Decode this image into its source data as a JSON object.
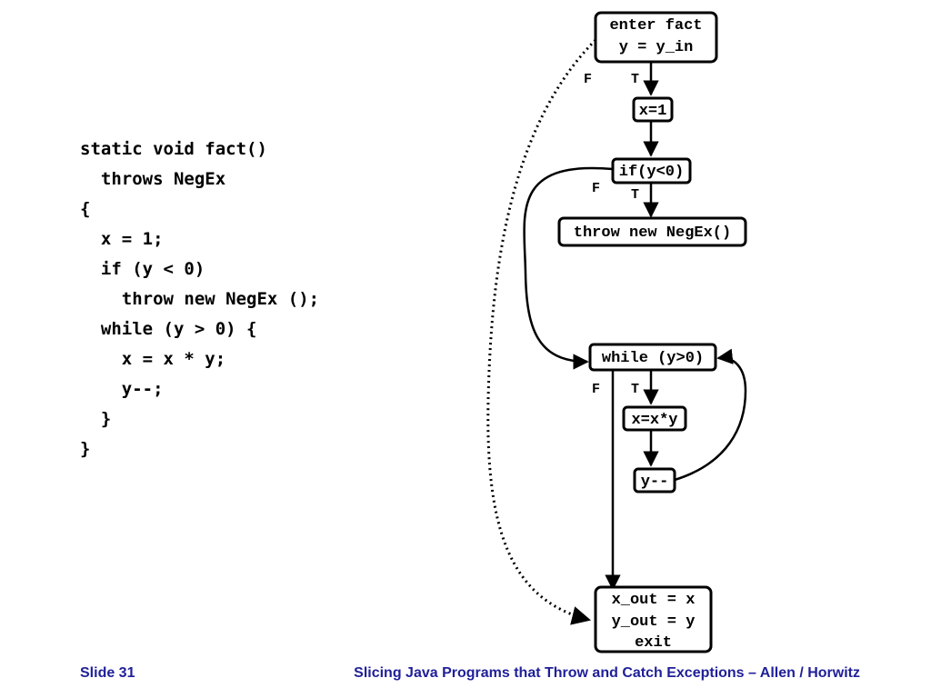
{
  "code": {
    "lines": [
      "static void fact()",
      "  throws NegEx",
      "{",
      "  x = 1;",
      "  if (y < 0)",
      "    throw new NegEx ();",
      "  while (y > 0) {",
      "    x = x * y;",
      "    y--;",
      "  }",
      "}"
    ]
  },
  "flowgraph": {
    "nodes": {
      "enter": [
        "enter fact",
        "y = y_in"
      ],
      "assign_x": [
        "x=1"
      ],
      "if_node": [
        "if(y<0)"
      ],
      "throw_node": [
        "throw new NegEx()"
      ],
      "while_node": [
        "while (y>0)"
      ],
      "mult": [
        "x=x*y"
      ],
      "decr": [
        "y--"
      ],
      "exit_node": [
        "x_out = x",
        "y_out = y",
        "exit"
      ]
    },
    "edge_labels": {
      "enter_f": "F",
      "enter_t": "T",
      "if_f": "F",
      "if_t": "T",
      "while_f": "F",
      "while_t": "T"
    }
  },
  "footer": {
    "slide": "Slide 31",
    "title": "Slicing Java Programs that Throw and Catch Exceptions – Allen / Horwitz"
  }
}
